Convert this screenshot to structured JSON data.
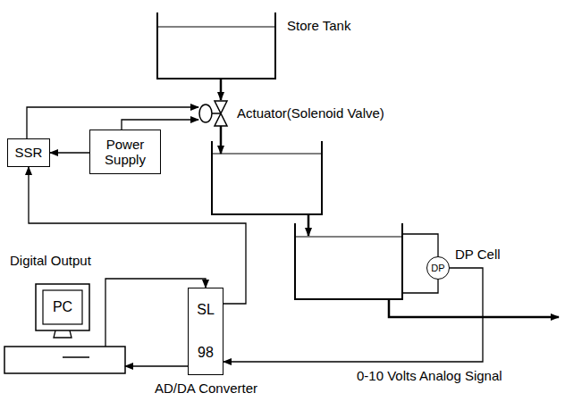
{
  "diagram": {
    "nodes": [
      {
        "text": [
          "SSR"
        ]
      },
      {
        "text": [
          "Power Supply"
        ]
      },
      {
        "text": [
          "PC"
        ]
      },
      {
        "text": [
          "SL",
          "98"
        ]
      },
      {
        "text": [
          "DP"
        ]
      }
    ],
    "edges": [
      {
        "from": 1,
        "to": 0,
        "arrow": "to"
      },
      {
        "from": 3,
        "to": 0,
        "arrow": "to"
      },
      {
        "from": 2,
        "to": 3,
        "arrow": "to"
      },
      {
        "from": 3,
        "to": 2,
        "arrow": "to"
      },
      {
        "from": 4,
        "to": 3,
        "arrow": "to"
      }
    ],
    "labels": [
      "Store Tank",
      "Actuator(Solenoid Valve)",
      "DP Cell",
      "Digital Output",
      "0-10 Volts Analog Signal",
      "AD/DA Converter"
    ]
  }
}
